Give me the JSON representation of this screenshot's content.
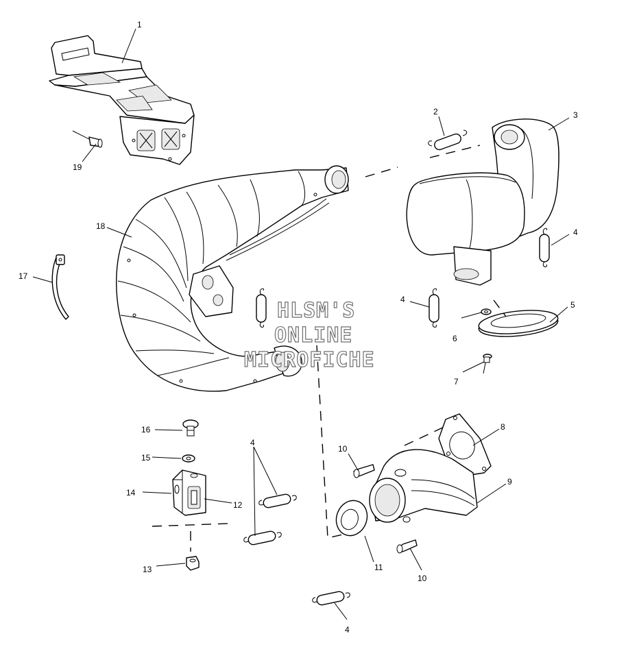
{
  "diagram": {
    "watermark": {
      "line1": "HLSM'S",
      "line2": "ONLINE",
      "line3": "MICROFICHE"
    },
    "callouts": {
      "c1": "1",
      "c2": "2",
      "c3": "3",
      "c4a": "4",
      "c4b": "4",
      "c4c": "4",
      "c4d": "4",
      "c5": "5",
      "c6": "6",
      "c7": "7",
      "c8": "8",
      "c9": "9",
      "c10a": "10",
      "c10b": "10",
      "c11": "11",
      "c12": "12",
      "c13": "13",
      "c14": "14",
      "c15": "15",
      "c16": "16",
      "c17": "17",
      "c18": "18",
      "c19": "19"
    }
  }
}
